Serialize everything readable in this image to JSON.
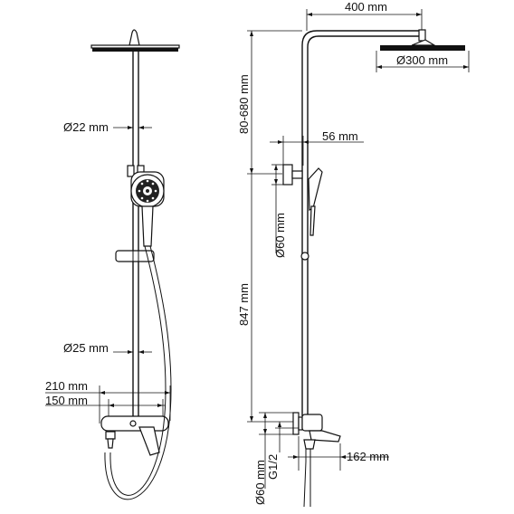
{
  "front_view": {
    "pipe_diameter": "Ø22 mm",
    "bar_diameter": "Ø25 mm",
    "width_outer": "210 mm",
    "width_inner": "150 mm"
  },
  "side_view": {
    "arm_length": "400 mm",
    "head_diameter": "Ø300 mm",
    "height_adjust": "80-680 mm",
    "offset": "56 mm",
    "holder_diameter": "Ø60 mm",
    "total_height": "847 mm",
    "flange_diameter": "Ø60 mm",
    "thread": "G1/2",
    "spout_length": "162 mm"
  }
}
